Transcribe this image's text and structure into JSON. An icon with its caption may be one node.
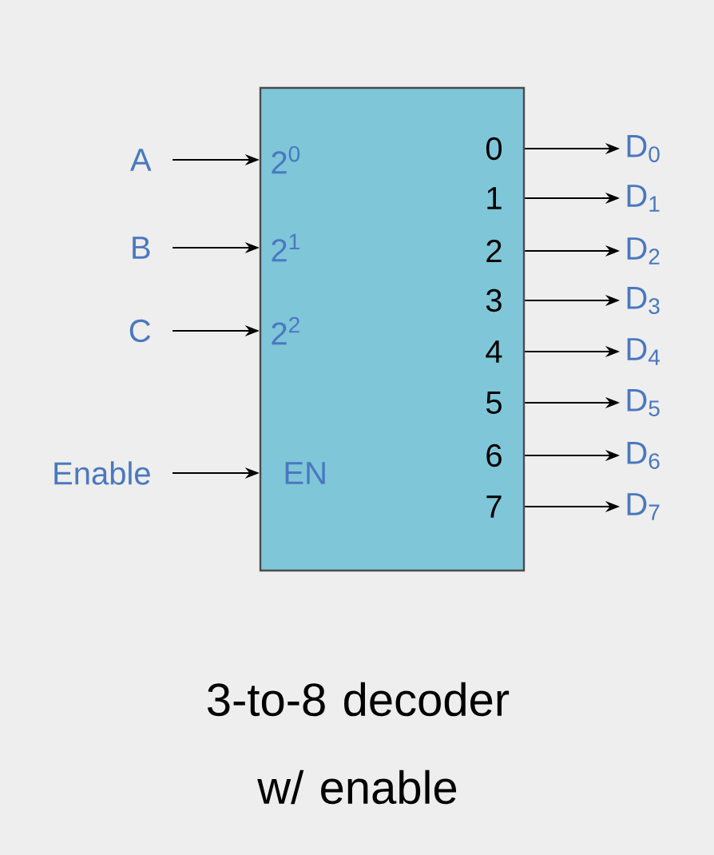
{
  "diagram": {
    "caption": "3-to-8 decoder w/ enable",
    "nodes": [
      {
        "text": [],
        "shape": "box"
      },
      {
        "text": [
          "A"
        ]
      },
      {
        "text": [
          "B"
        ]
      },
      {
        "text": [
          "C"
        ]
      },
      {
        "text": [
          "Enable"
        ]
      },
      {
        "text": [
          "D$_{0}$"
        ]
      },
      {
        "text": [
          "D$_{1}$"
        ]
      },
      {
        "text": [
          "D$_{2}$"
        ]
      },
      {
        "text": [
          "D$_{3}$"
        ]
      },
      {
        "text": [
          "D$_{4}$"
        ]
      },
      {
        "text": [
          "D$_{5}$"
        ]
      },
      {
        "text": [
          "D$_{6}$"
        ]
      },
      {
        "text": [
          "D$_{7}$"
        ]
      }
    ],
    "edges": [
      {
        "from": 1,
        "to": 0,
        "arrow": "to"
      },
      {
        "from": 2,
        "to": 0,
        "arrow": "to"
      },
      {
        "from": 3,
        "to": 0,
        "arrow": "to"
      },
      {
        "from": 4,
        "to": 0,
        "arrow": "to"
      },
      {
        "from": 0,
        "to": 5,
        "arrow": "to"
      },
      {
        "from": 0,
        "to": 6,
        "arrow": "to"
      },
      {
        "from": 0,
        "to": 7,
        "arrow": "to"
      },
      {
        "from": 0,
        "to": 8,
        "arrow": "to"
      },
      {
        "from": 0,
        "to": 9,
        "arrow": "to"
      },
      {
        "from": 0,
        "to": 10,
        "arrow": "to"
      },
      {
        "from": 0,
        "to": 11,
        "arrow": "to"
      },
      {
        "from": 0,
        "to": 12,
        "arrow": "to"
      }
    ],
    "labels": [
      "2$^{0}$",
      "0",
      "1",
      "2$^{1}$",
      "2",
      "3",
      "2$^{2}$",
      "4",
      "5",
      "EN",
      "6",
      "7"
    ]
  }
}
